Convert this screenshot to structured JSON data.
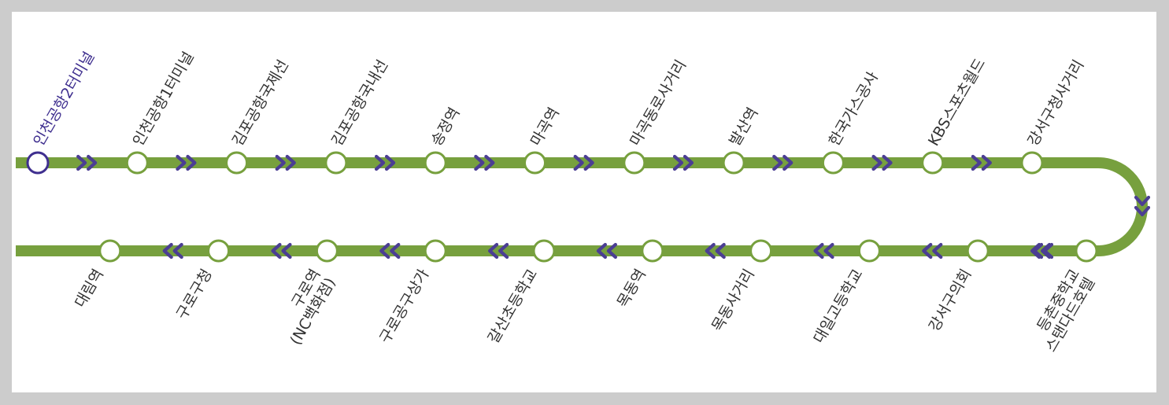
{
  "colors": {
    "page_background": "#cccccc",
    "panel_background": "#ffffff",
    "line": "#77a03e",
    "arrow": "#4b3e93",
    "station_outline": "#77a03e",
    "start_station_outline": "#3f2f8f",
    "label_text": "#333333",
    "start_label_text": "#3f2f8f"
  },
  "icons": {
    "direction_arrow": "double-chevron-icon",
    "station": "station-circle-icon"
  },
  "route": {
    "outbound_stations": [
      {
        "name": "인천공항2터미널",
        "start": true
      },
      {
        "name": "인천공항1터미널"
      },
      {
        "name": "김포공항국제선"
      },
      {
        "name": "김포공항국내선"
      },
      {
        "name": "송정역"
      },
      {
        "name": "마곡역"
      },
      {
        "name": "마곡동로사거리"
      },
      {
        "name": "발산역"
      },
      {
        "name": "한국가스공사"
      },
      {
        "name": "KBS스포츠월드"
      },
      {
        "name": "강서구청사거리"
      }
    ],
    "return_stations": [
      {
        "lines": [
          "등촌중학교",
          "스탠다드호텔"
        ]
      },
      {
        "lines": [
          "강서구의회"
        ]
      },
      {
        "lines": [
          "대일고등학교"
        ]
      },
      {
        "lines": [
          "목동사거리"
        ]
      },
      {
        "lines": [
          "목동역"
        ]
      },
      {
        "lines": [
          "갈산초등학교"
        ]
      },
      {
        "lines": [
          "구로공구상가"
        ]
      },
      {
        "lines": [
          "구로역",
          "(NC백화점)"
        ]
      },
      {
        "lines": [
          "구로구청"
        ]
      },
      {
        "lines": [
          "대림역"
        ]
      }
    ]
  }
}
